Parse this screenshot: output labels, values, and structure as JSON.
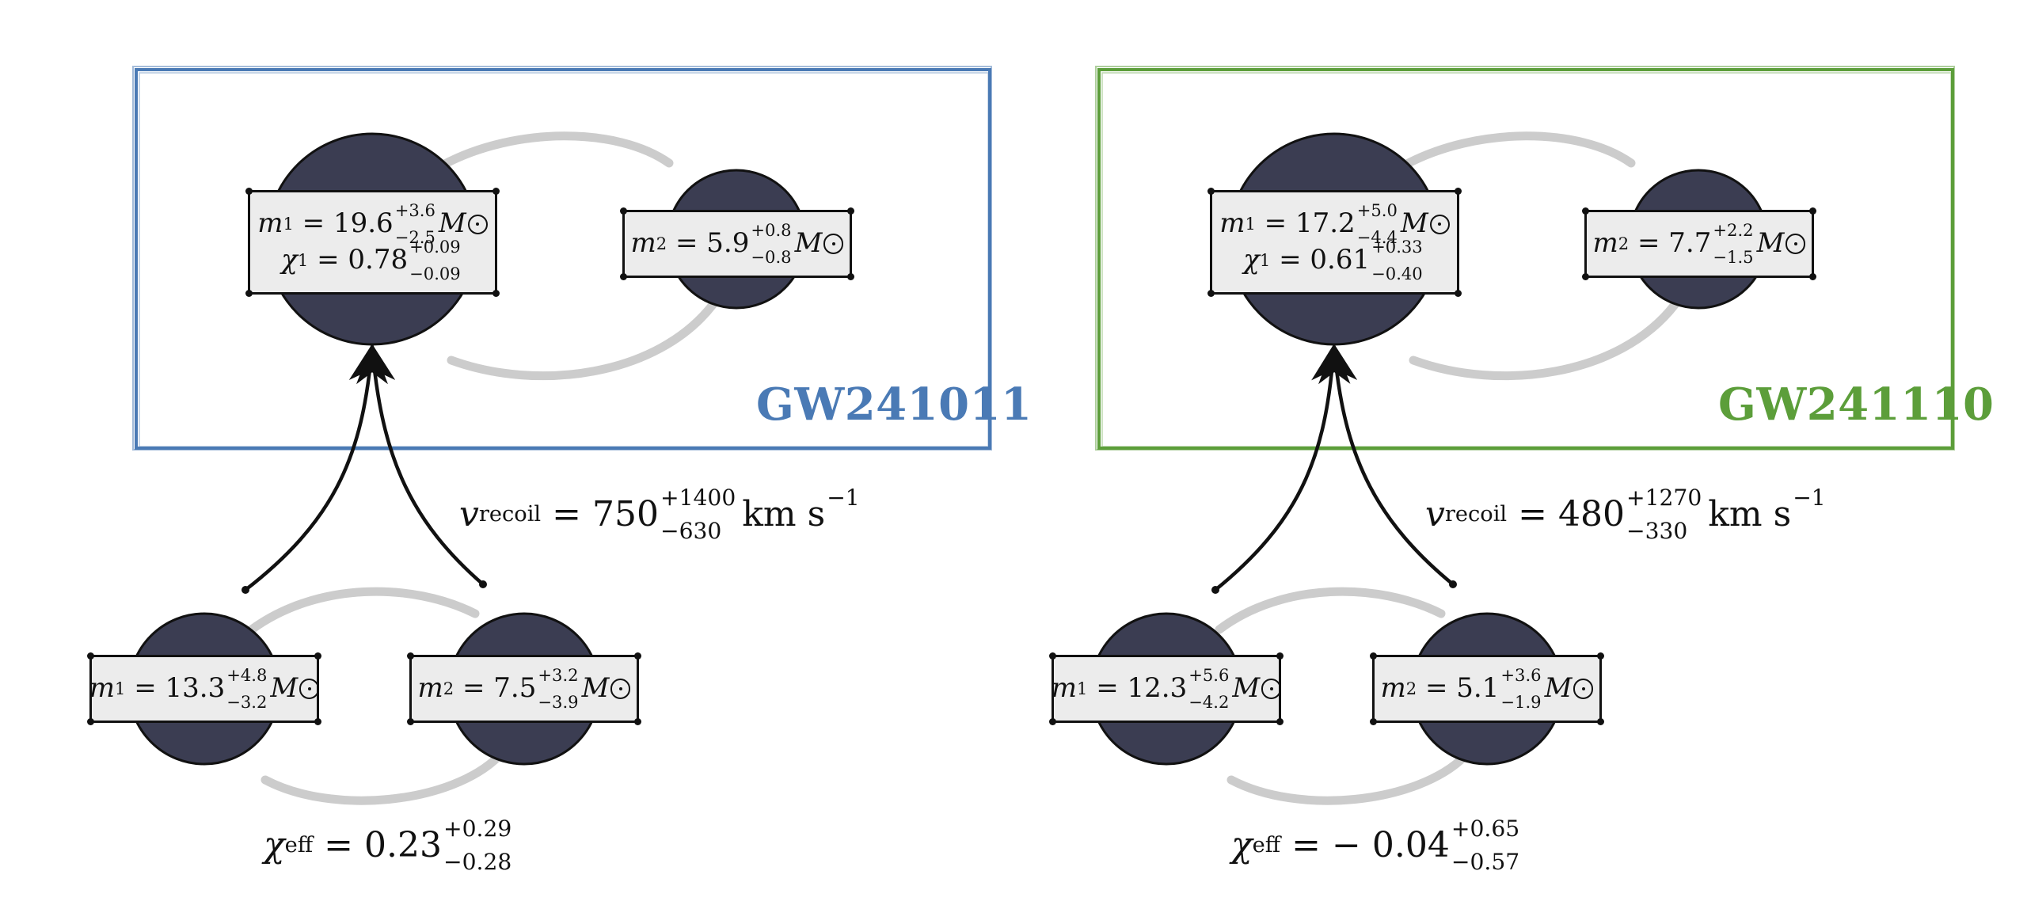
{
  "colors": {
    "left_accent": "#4a7ab5",
    "right_accent": "#5c9e3a",
    "black_hole": "#3b3d52",
    "orbit": "#cccccc"
  },
  "left": {
    "event_name": "GW241011",
    "remnant_primary": {
      "mass_symbol": "m",
      "mass_index": "1",
      "mass_value": "19.6",
      "mass_plus": "+3.6",
      "mass_minus": "−2.5",
      "spin_symbol": "χ",
      "spin_index": "1",
      "spin_value": "0.78",
      "spin_plus": "+0.09",
      "spin_minus": "−0.09"
    },
    "remnant_secondary": {
      "mass_symbol": "m",
      "mass_index": "2",
      "mass_value": "5.9",
      "mass_plus": "+0.8",
      "mass_minus": "−0.8"
    },
    "recoil": {
      "symbol": "v",
      "subscript": "recoil",
      "value": "750",
      "plus": "+1400",
      "minus": "−630",
      "unit": "km s",
      "unit_exp": "−1"
    },
    "progenitor_primary": {
      "mass_symbol": "m",
      "mass_index": "1",
      "mass_value": "13.3",
      "mass_plus": "+4.8",
      "mass_minus": "−3.2"
    },
    "progenitor_secondary": {
      "mass_symbol": "m",
      "mass_index": "2",
      "mass_value": "7.5",
      "mass_plus": "+3.2",
      "mass_minus": "−3.9"
    },
    "chi_eff": {
      "symbol": "χ",
      "subscript": "eff",
      "value": "0.23",
      "plus": "+0.29",
      "minus": "−0.28"
    }
  },
  "right": {
    "event_name": "GW241110",
    "remnant_primary": {
      "mass_symbol": "m",
      "mass_index": "1",
      "mass_value": "17.2",
      "mass_plus": "+5.0",
      "mass_minus": "−4.4",
      "spin_symbol": "χ",
      "spin_index": "1",
      "spin_value": "0.61",
      "spin_plus": "+0.33",
      "spin_minus": "−0.40"
    },
    "remnant_secondary": {
      "mass_symbol": "m",
      "mass_index": "2",
      "mass_value": "7.7",
      "mass_plus": "+2.2",
      "mass_minus": "−1.5"
    },
    "recoil": {
      "symbol": "v",
      "subscript": "recoil",
      "value": "480",
      "plus": "+1270",
      "minus": "−330",
      "unit": "km s",
      "unit_exp": "−1"
    },
    "progenitor_primary": {
      "mass_symbol": "m",
      "mass_index": "1",
      "mass_value": "12.3",
      "mass_plus": "+5.6",
      "mass_minus": "−4.2"
    },
    "progenitor_secondary": {
      "mass_symbol": "m",
      "mass_index": "2",
      "mass_value": "5.1",
      "mass_plus": "+3.6",
      "mass_minus": "−1.9"
    },
    "chi_eff": {
      "symbol": "χ",
      "subscript": "eff",
      "value": "− 0.04",
      "plus": "+0.65",
      "minus": "−0.57"
    }
  }
}
